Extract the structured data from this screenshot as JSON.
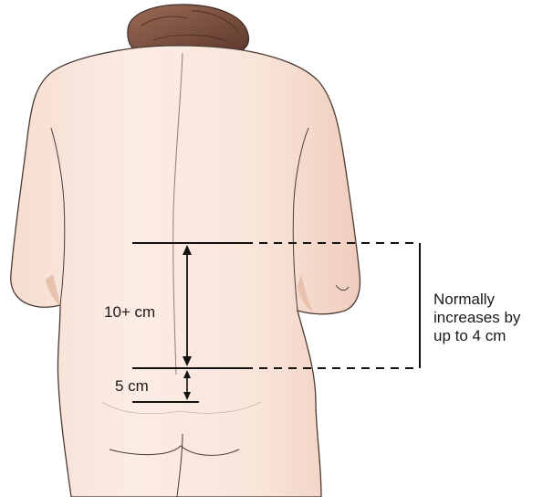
{
  "labels": {
    "upper_span": "10+ cm",
    "lower_span": "5 cm",
    "note_lines": [
      "Normally",
      "increases by",
      "up to 4 cm"
    ]
  },
  "colors": {
    "skin_light": "#fbe9df",
    "skin_shade": "#f0d2c3",
    "skin_outline": "#4a3a34",
    "hair": "#8a5a48",
    "hair_dark": "#5e3b2e",
    "measure_line": "#111111"
  }
}
